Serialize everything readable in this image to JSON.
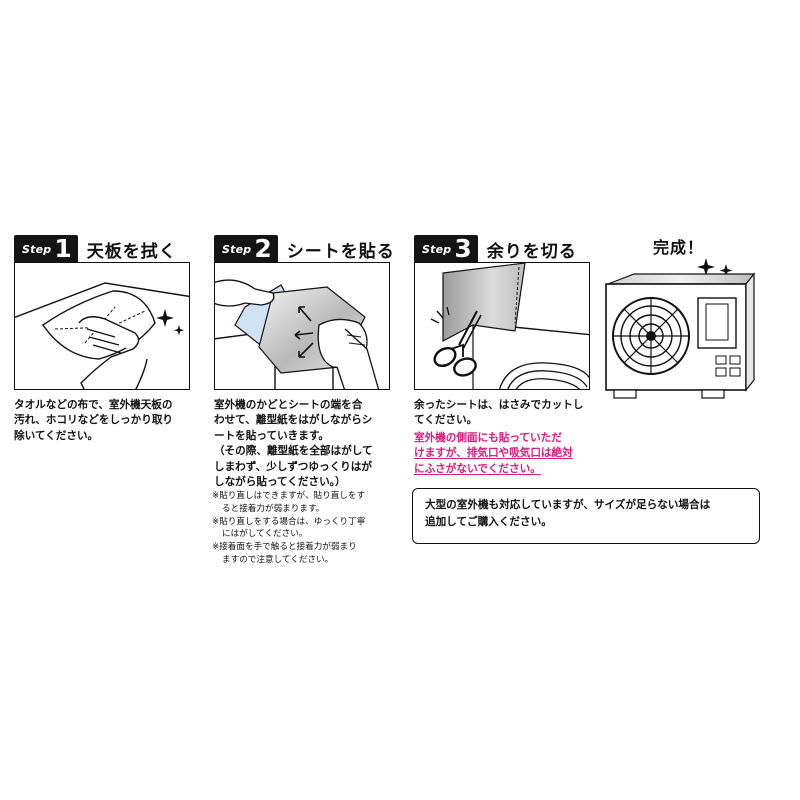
{
  "step_word": "Step",
  "steps": [
    {
      "number": "1",
      "title": "天板を拭く",
      "lines": [
        "タオルなどの布で、室外機天板の",
        "汚れ、ホコリなどをしっかり取り",
        "除いてください。"
      ]
    },
    {
      "number": "2",
      "title": "シートを貼る",
      "lines": [
        "室外機のかどとシートの端を合",
        "わせて、離型紙をはがしながらシ",
        "ートを貼っていきます。",
        "（その際、離型紙を全部はがして",
        "しまわず、少しずつゆっくりはが",
        "しながら貼ってください。）"
      ],
      "notes": [
        "※貼り直しはできますが、貼り直しをす",
        "ると接着力が弱まります。",
        "※貼り直しをする場合は、ゆっくり丁寧",
        "にはがしてください。",
        "※接着面を手で触ると接着力が弱まり",
        "ますので注意してください。"
      ]
    },
    {
      "number": "3",
      "title": "余りを切る",
      "lines": [
        "余ったシートは、はさみでカットし",
        "てください。"
      ],
      "warning_lines": [
        "室外機の側面にも貼っていただ",
        "けますが、排気口や吸気口は絶対",
        "にふさがないでください。"
      ]
    }
  ],
  "complete_label": "完成！",
  "info_lines": [
    "大型の室外機も対応していますが、サイズが足らない場合は",
    "追加してご購入ください。"
  ],
  "colors": {
    "accent_pink": "#d81b7e",
    "sheet_blue": "#cfe3f4",
    "ink": "#111111"
  }
}
